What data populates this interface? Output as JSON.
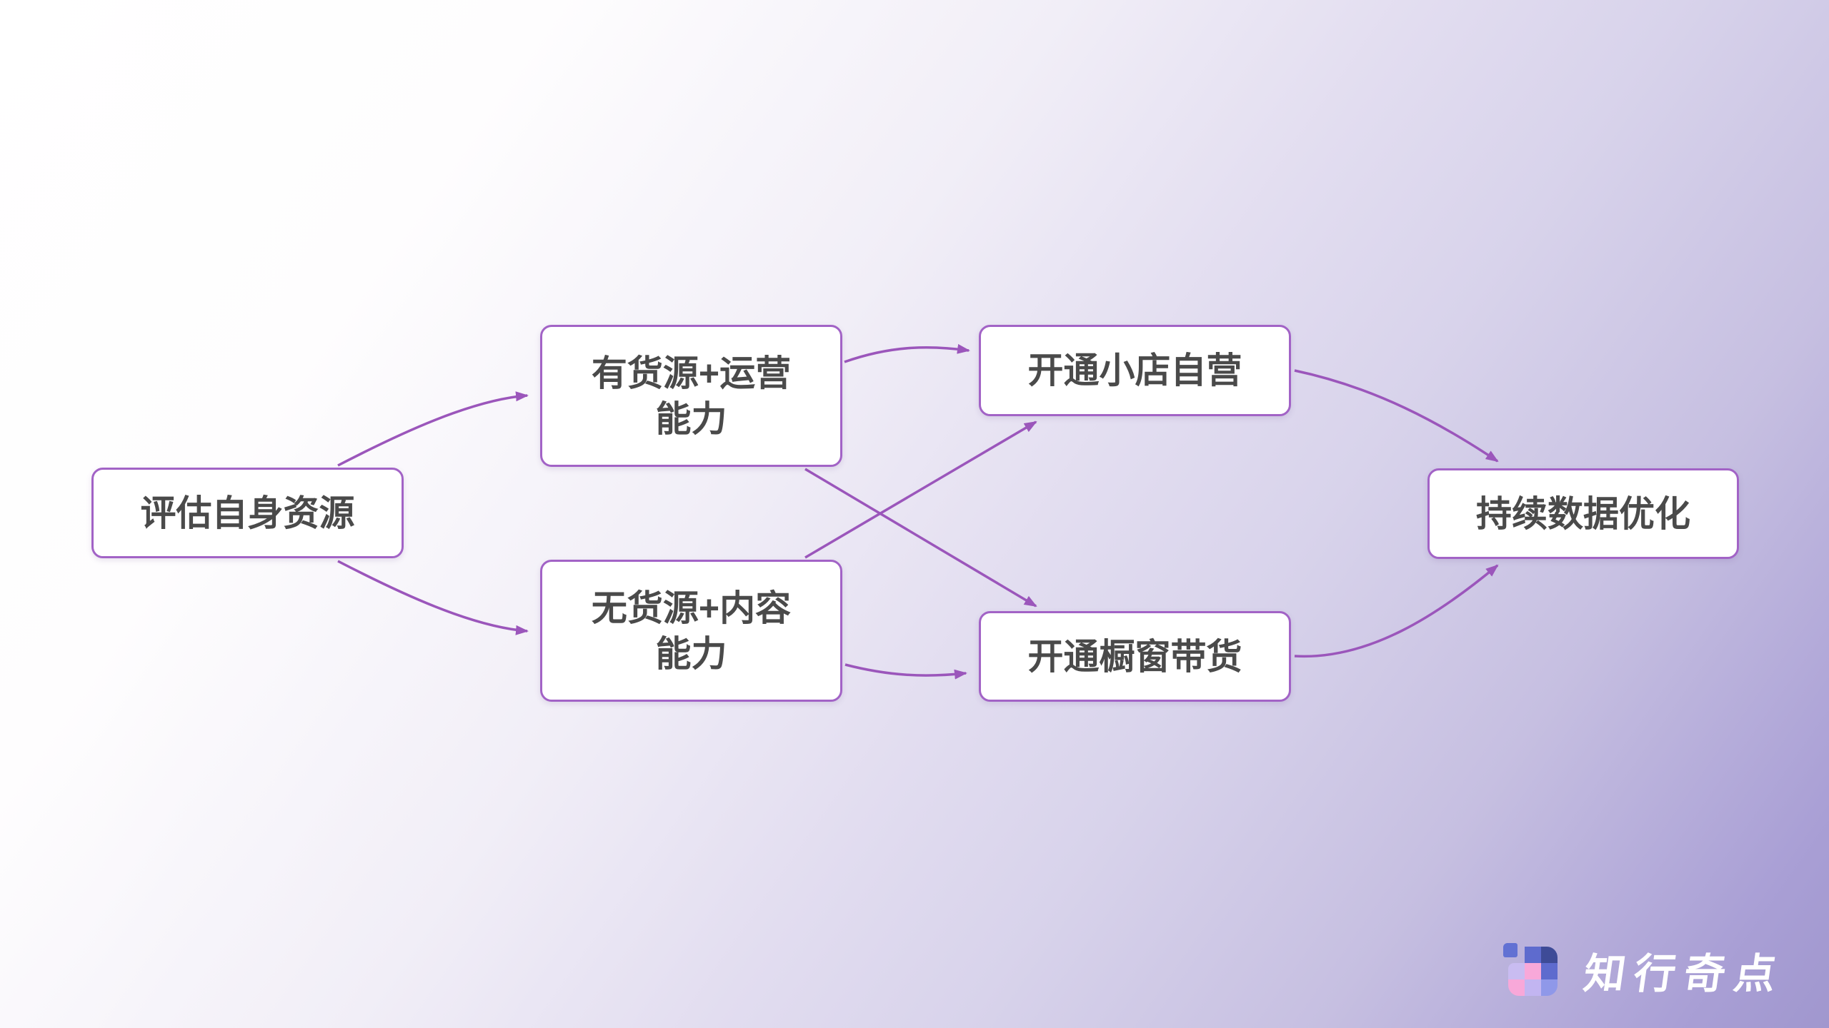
{
  "diagram": {
    "title": "",
    "nodes": {
      "assess": {
        "label": "评估自身资源"
      },
      "supply": {
        "label_line1": "有货源+运营",
        "label_line2": "能力",
        "label_full": "有货源+运营能力"
      },
      "nosupply": {
        "label_line1": "无货源+内容",
        "label_line2": "能力",
        "label_full": "无货源+内容能力"
      },
      "shop": {
        "label": "开通小店自营"
      },
      "window": {
        "label": "开通橱窗带货"
      },
      "optimize": {
        "label": "持续数据优化"
      }
    },
    "edges": [
      {
        "from": "评估自身资源",
        "to": "有货源+运营能力"
      },
      {
        "from": "评估自身资源",
        "to": "无货源+内容能力"
      },
      {
        "from": "有货源+运营能力",
        "to": "开通小店自营"
      },
      {
        "from": "有货源+运营能力",
        "to": "开通橱窗带货"
      },
      {
        "from": "无货源+内容能力",
        "to": "开通小店自营"
      },
      {
        "from": "无货源+内容能力",
        "to": "开通橱窗带货"
      },
      {
        "from": "开通小店自营",
        "to": "持续数据优化"
      },
      {
        "from": "开通橱窗带货",
        "to": "持续数据优化"
      }
    ]
  },
  "colors": {
    "edge_purple": "#9b56bb",
    "node_border": "#a263c6",
    "node_background": "#ffffff",
    "node_text": "#4a4a4a",
    "background_top_left": "#ffffff",
    "background_bottom_right": "#a097ce",
    "logo_text": "#ffffff",
    "logo_squares": [
      "#6271d3",
      "#5e6bce",
      "#3e4b97",
      "#c9bcf1",
      "#f8a8d9",
      "#c2b5f1",
      "#8f98e9"
    ]
  },
  "brand": {
    "name": "知行奇点",
    "icon": "grid-squares-icon"
  }
}
